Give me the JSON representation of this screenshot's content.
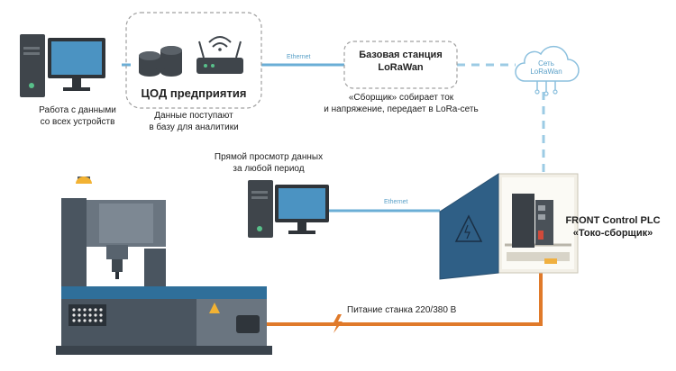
{
  "pc_top_label": [
    "Работа с данными",
    "со всех устройств"
  ],
  "dc": {
    "title": "ЦОД предприятия",
    "caption": [
      "Данные поступают",
      "в базу для аналитики"
    ]
  },
  "ethernet_top": "Ethernet",
  "base_station": {
    "title": [
      "Базовая станция",
      "LoRaWan"
    ],
    "caption": [
      "«Сборщик» собирает ток",
      "и напряжение, передает в LoRa-сеть"
    ]
  },
  "cloud": [
    "Сеть",
    "LoRaWan"
  ],
  "pc_mid_label": [
    "Прямой просмотр данных",
    "за любой период"
  ],
  "ethernet_mid": "Ethernet",
  "plc": [
    "FRONT Control PLC",
    "«Токо-сборщик»"
  ],
  "power": "Питание станка 220/380 В",
  "colors": {
    "ethernet_line": "#6aaed6",
    "lora_dash": "#9ccbe4",
    "power_line": "#e07a2a",
    "machine_dark": "#4a5560",
    "machine_blue": "#2f6f9a",
    "cabinet": "#f2efe6"
  }
}
